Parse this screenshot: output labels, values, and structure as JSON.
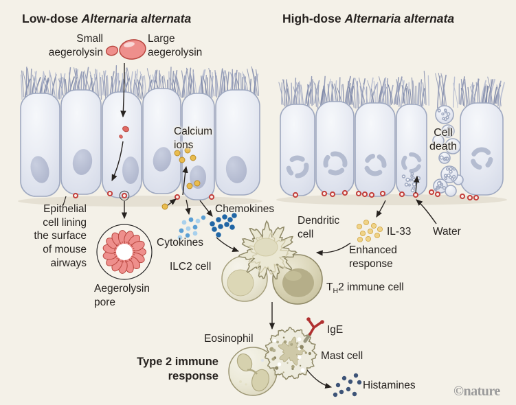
{
  "panels": {
    "low": {
      "dose": "Low-dose",
      "species": "Alternaria alternata"
    },
    "high": {
      "dose": "High-dose",
      "species": "Alternaria alternata"
    }
  },
  "labels": {
    "small_aegerolysin": [
      "Small",
      "aegerolysin"
    ],
    "large_aegerolysin": [
      "Large",
      "aegerolysin"
    ],
    "calcium_ions": [
      "Calcium",
      "ions"
    ],
    "epithelial": [
      "Epithelial",
      "cell lining",
      "the surface",
      "of mouse",
      "airways"
    ],
    "aegerolysin_pore": [
      "Aegerolysin",
      "pore"
    ],
    "cytokines": "Cytokines",
    "chemokines": "Chemokines",
    "ilc2": "ILC2 cell",
    "dendritic": [
      "Dendritic",
      "cell"
    ],
    "il33": "IL-33",
    "water": "Water",
    "enhanced": [
      "Enhanced",
      "response"
    ],
    "th2": {
      "pre": "T",
      "sub": "H",
      "post": "2 immune cell"
    },
    "cell_death": [
      "Cell",
      "death"
    ],
    "eosinophil": "Eosinophil",
    "ige": "IgE",
    "mast_cell": "Mast cell",
    "type2": [
      "Type 2 immune",
      "response"
    ],
    "histamines": "Histamines",
    "credit": "©nature"
  },
  "colors": {
    "bg": "#f4f1e8",
    "ink": "#26221f",
    "cell_stroke": "#9ea8c0",
    "nucleus": "#b6bdd2",
    "cilia_dark": "#7c87a6",
    "cilia_mid": "#99a2bc",
    "cilia_light": "#b6bdd0",
    "red_fill": "#ee8f8c",
    "red_stroke": "#b8463f",
    "ring_red": "#c3413d",
    "yellow_fill": "#e9bc4e",
    "yellow_stroke": "#b98a23",
    "yellow_pale": "#f0d387",
    "blue_light": "#a8d0ec",
    "blue_mid": "#5b9fd4",
    "blue_dark": "#2166a5",
    "navy": "#3c5377",
    "cream_stroke": "#8f8967",
    "cream_mid": "#cfc9a8",
    "gray_credit": "#9b9b9b"
  }
}
